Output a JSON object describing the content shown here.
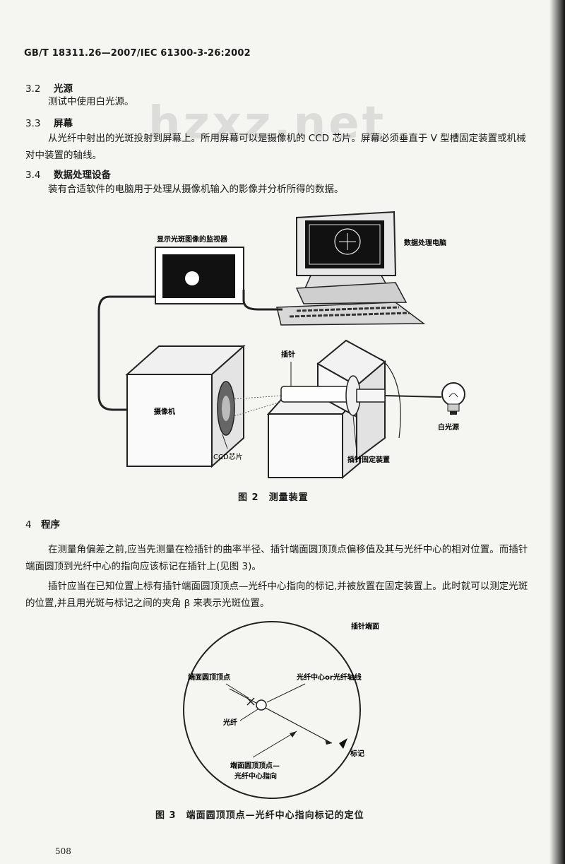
{
  "header": {
    "code": "GB/T 18311.26—2007/IEC 61300-3-26:2002"
  },
  "watermark": "hzxz.net",
  "sections": {
    "s32": {
      "num": "3.2",
      "title": "光源",
      "text": "测试中使用白光源。"
    },
    "s33": {
      "num": "3.3",
      "title": "屏幕",
      "text": "从光纤中射出的光斑投射到屏幕上。所用屏幕可以是摄像机的 CCD 芯片。屏幕必须垂直于 V 型槽固定装置或机械对中装置的轴线。"
    },
    "s34": {
      "num": "3.4",
      "title": "数据处理设备",
      "text": "装有合适软件的电脑用于处理从摄像机输入的影像并分析所得的数据。"
    },
    "s4": {
      "num": "4",
      "title": "程序",
      "p1": "在测量角偏差之前,应当先测量在检插针的曲率半径、插针端面圆顶顶点偏移值及其与光纤中心的相对位置。而插针端面圆顶到光纤中心的指向应该标记在插针上(见图 3)。",
      "p2": "插针应当在已知位置上标有插针端面圆顶顶点—光纤中心指向的标记,并被放置在固定装置上。此时就可以测定光斑的位置,并且用光斑与标记之间的夹角 β 来表示光斑位置。"
    }
  },
  "figure2": {
    "caption": "图 2　测量装置",
    "labels": {
      "monitor": "显示光斑图像的监视器",
      "computer": "数据处理电脑",
      "ferrule": "插针",
      "camera": "摄像机",
      "ccd": "CCD芯片",
      "fixture": "插针固定装置",
      "light_source": "白光源"
    }
  },
  "figure3": {
    "caption": "图 3　端面圆顶顶点—光纤中心指向标记的定位",
    "labels": {
      "end_face": "插针端面",
      "apex": "端面圆顶顶点",
      "fiber_center": "光纤中心or光纤轴线",
      "fiber": "光纤",
      "mark": "标记",
      "direction_line1": "端面圆顶顶点—",
      "direction_line2": "光纤中心指向"
    }
  },
  "page_number": "508"
}
